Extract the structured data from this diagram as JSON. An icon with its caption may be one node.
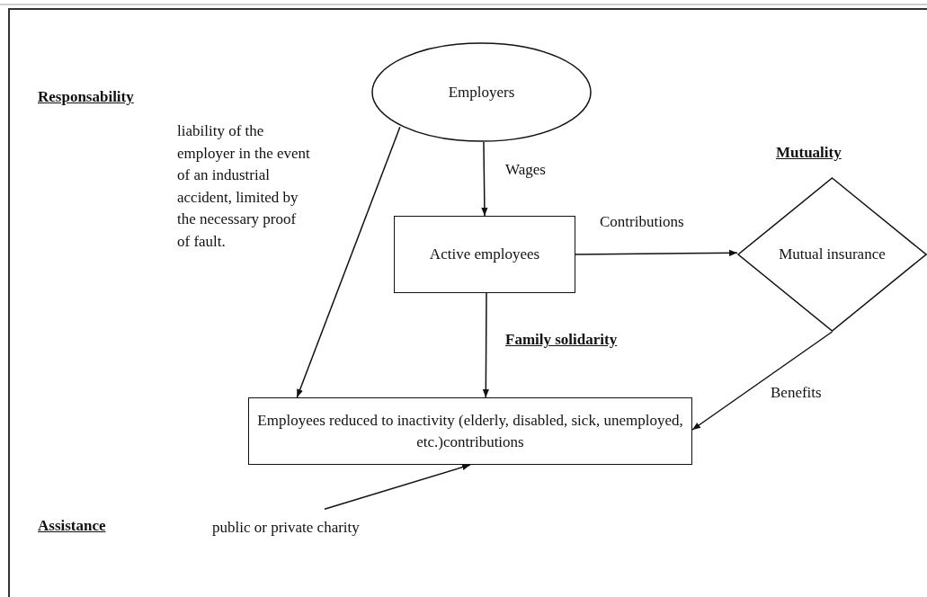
{
  "diagram": {
    "nodes": [
      {
        "text": [
          "Employers"
        ]
      },
      {
        "text": [
          "Active employees"
        ]
      },
      {
        "text": [
          "Mutual insurance"
        ]
      },
      {
        "text": [
          "Employees reduced to inactivity (elderly, disabled, sick, unemployed, etc.)contributions"
        ]
      },
      {
        "text": [
          "public or private charity"
        ]
      }
    ],
    "edges": [
      {
        "from": 0,
        "to": 3,
        "arrow": "to"
      },
      {
        "from": 0,
        "to": 1,
        "arrow": "to",
        "label": "Wages"
      },
      {
        "from": 1,
        "to": 2,
        "arrow": "to",
        "label": "Contributions"
      },
      {
        "from": 1,
        "to": 3,
        "arrow": "to"
      },
      {
        "from": 2,
        "to": 3,
        "arrow": "to",
        "label": "Benefits"
      },
      {
        "from": 4,
        "to": 3,
        "arrow": "to"
      }
    ],
    "labels": [
      "Responsability",
      "liability of the employer in the event of an industrial accident, limited by the necessary proof of fault.",
      "Mutuality",
      "Family solidarity",
      "Assistance"
    ]
  }
}
